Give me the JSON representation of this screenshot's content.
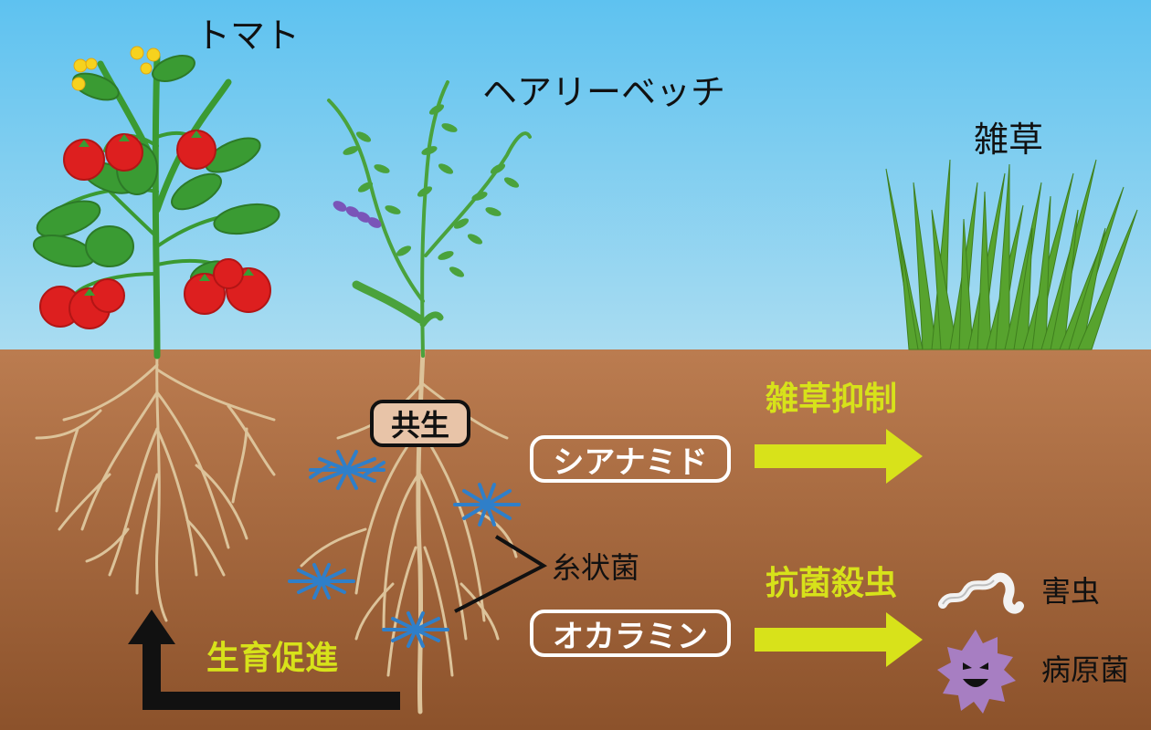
{
  "labels": {
    "tomato": "トマト",
    "hairy_vetch": "ヘアリーベッチ",
    "weeds": "雑草",
    "symbiosis": "共生",
    "cyanamide": "シアナミド",
    "weed_suppression": "雑草抑制",
    "filamentous_fungi": "糸状菌",
    "antibacterial_insecticidal": "抗菌殺虫",
    "okaramin": "オカラミン",
    "pests": "害虫",
    "pathogens": "病原菌",
    "growth_promotion": "生育促進"
  },
  "colors": {
    "sky": "#63c3ee",
    "soil_top": "#b97a4f",
    "soil_bottom": "#8e532c",
    "arrow_yellow": "#d8e21a",
    "fungi_blue": "#2f7fc9",
    "root": "#dcc39a",
    "pathogen_purple": "#a77ec2"
  }
}
